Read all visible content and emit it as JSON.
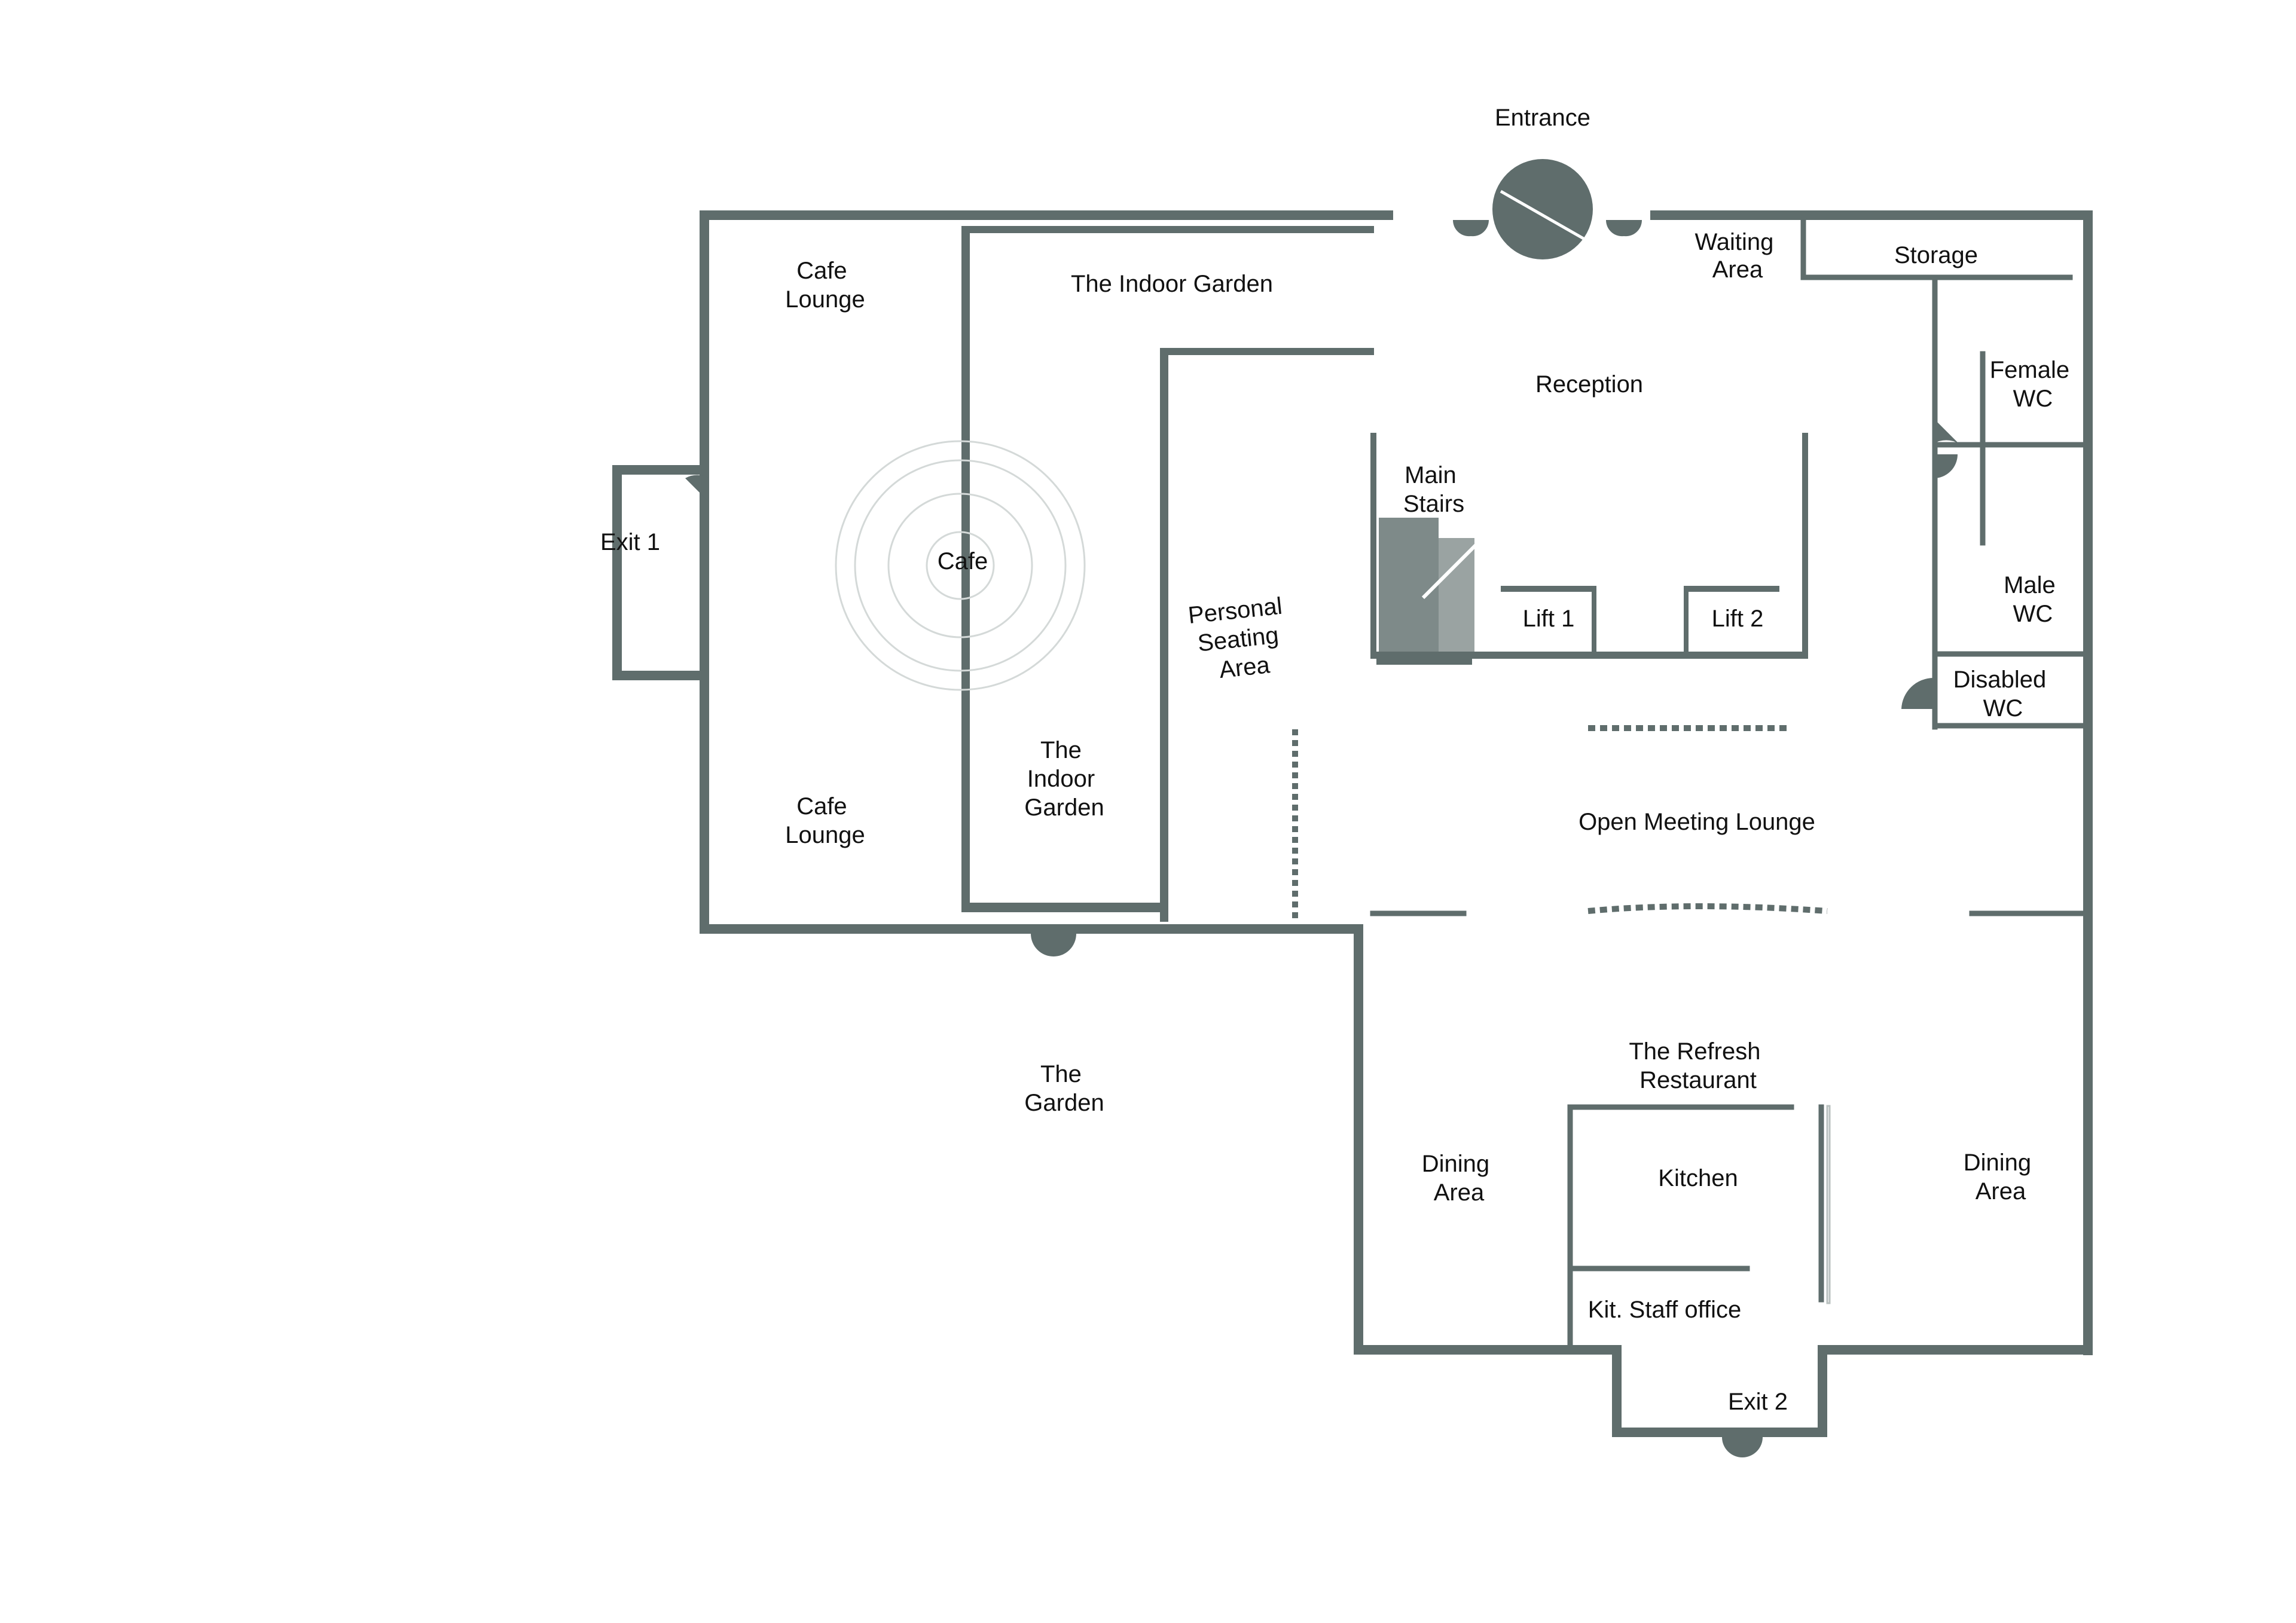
{
  "colors": {
    "wall": "#5f6d6c",
    "background": "#ffffff",
    "text": "#111111"
  },
  "labels": {
    "entrance": "Entrance",
    "waiting_area": [
      "Waiting",
      "Area"
    ],
    "storage": "Storage",
    "cafe_lounge_top": [
      "Cafe",
      "Lounge"
    ],
    "indoor_garden_top": "The Indoor Garden",
    "reception": "Reception",
    "female_wc": [
      "Female",
      "WC"
    ],
    "main_stairs": [
      "Main",
      "Stairs"
    ],
    "exit_1": "Exit 1",
    "cafe": "Cafe",
    "personal_seating": [
      "Personal",
      "Seating",
      "Area"
    ],
    "lift_1": "Lift 1",
    "lift_2": "Lift 2",
    "male_wc": [
      "Male",
      "WC"
    ],
    "disabled_wc": [
      "Disabled",
      "WC"
    ],
    "indoor_garden_bottom": [
      "The",
      "Indoor",
      "Garden"
    ],
    "cafe_lounge_bottom": [
      "Cafe",
      "Lounge"
    ],
    "open_meeting_lounge": "Open Meeting Lounge",
    "the_garden": [
      "The",
      "Garden"
    ],
    "refresh_restaurant": [
      "The Refresh",
      "Restaurant"
    ],
    "dining_area_left": [
      "Dining",
      "Area"
    ],
    "kitchen": "Kitchen",
    "dining_area_right": [
      "Dining",
      "Area"
    ],
    "kit_staff_office": "Kit. Staff office",
    "exit_2": "Exit 2"
  }
}
